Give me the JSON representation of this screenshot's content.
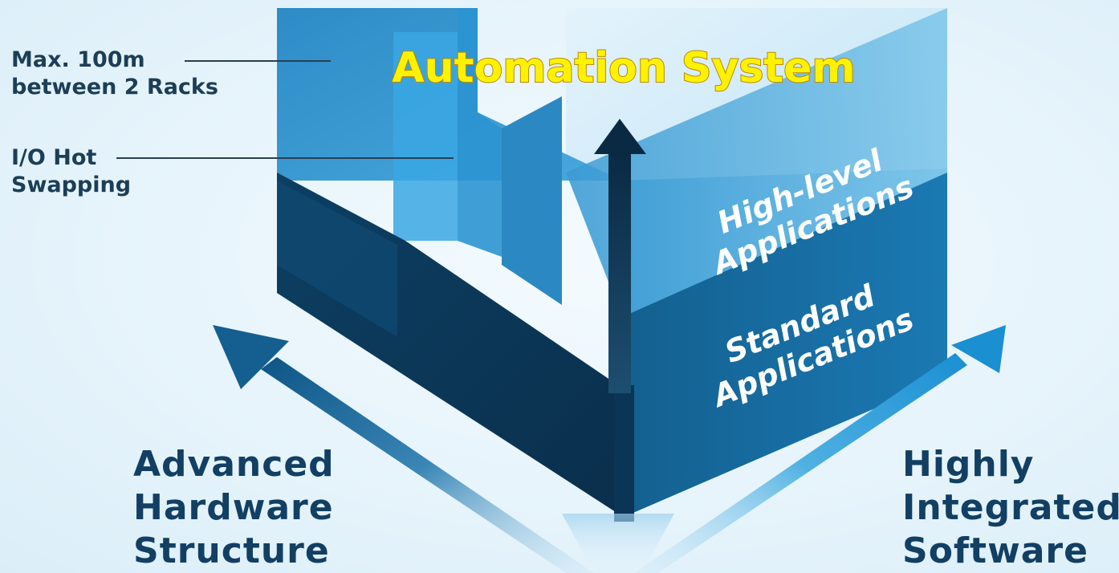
{
  "title": "Automation System",
  "callouts": [
    {
      "lines": [
        "Max. 100m",
        "between 2 Racks"
      ]
    },
    {
      "lines": [
        "I/O Hot",
        "Swapping"
      ]
    }
  ],
  "layers": [
    {
      "lines": [
        "High-level",
        "Applications"
      ]
    },
    {
      "lines": [
        "Standard",
        "Applications"
      ]
    }
  ],
  "axes": {
    "left": {
      "lines": [
        "Advanced",
        "Hardware",
        "Structure"
      ]
    },
    "right": {
      "lines": [
        "Highly",
        "Integrated",
        "Software"
      ]
    }
  },
  "colors": {
    "title_fill": "#fff200",
    "title_stroke": "#d9a400",
    "dark_blue": "#0b3a5c",
    "mid_blue": "#1e7bb8",
    "light_blue": "#5fb8e6",
    "label_text": "#1c3e57"
  }
}
